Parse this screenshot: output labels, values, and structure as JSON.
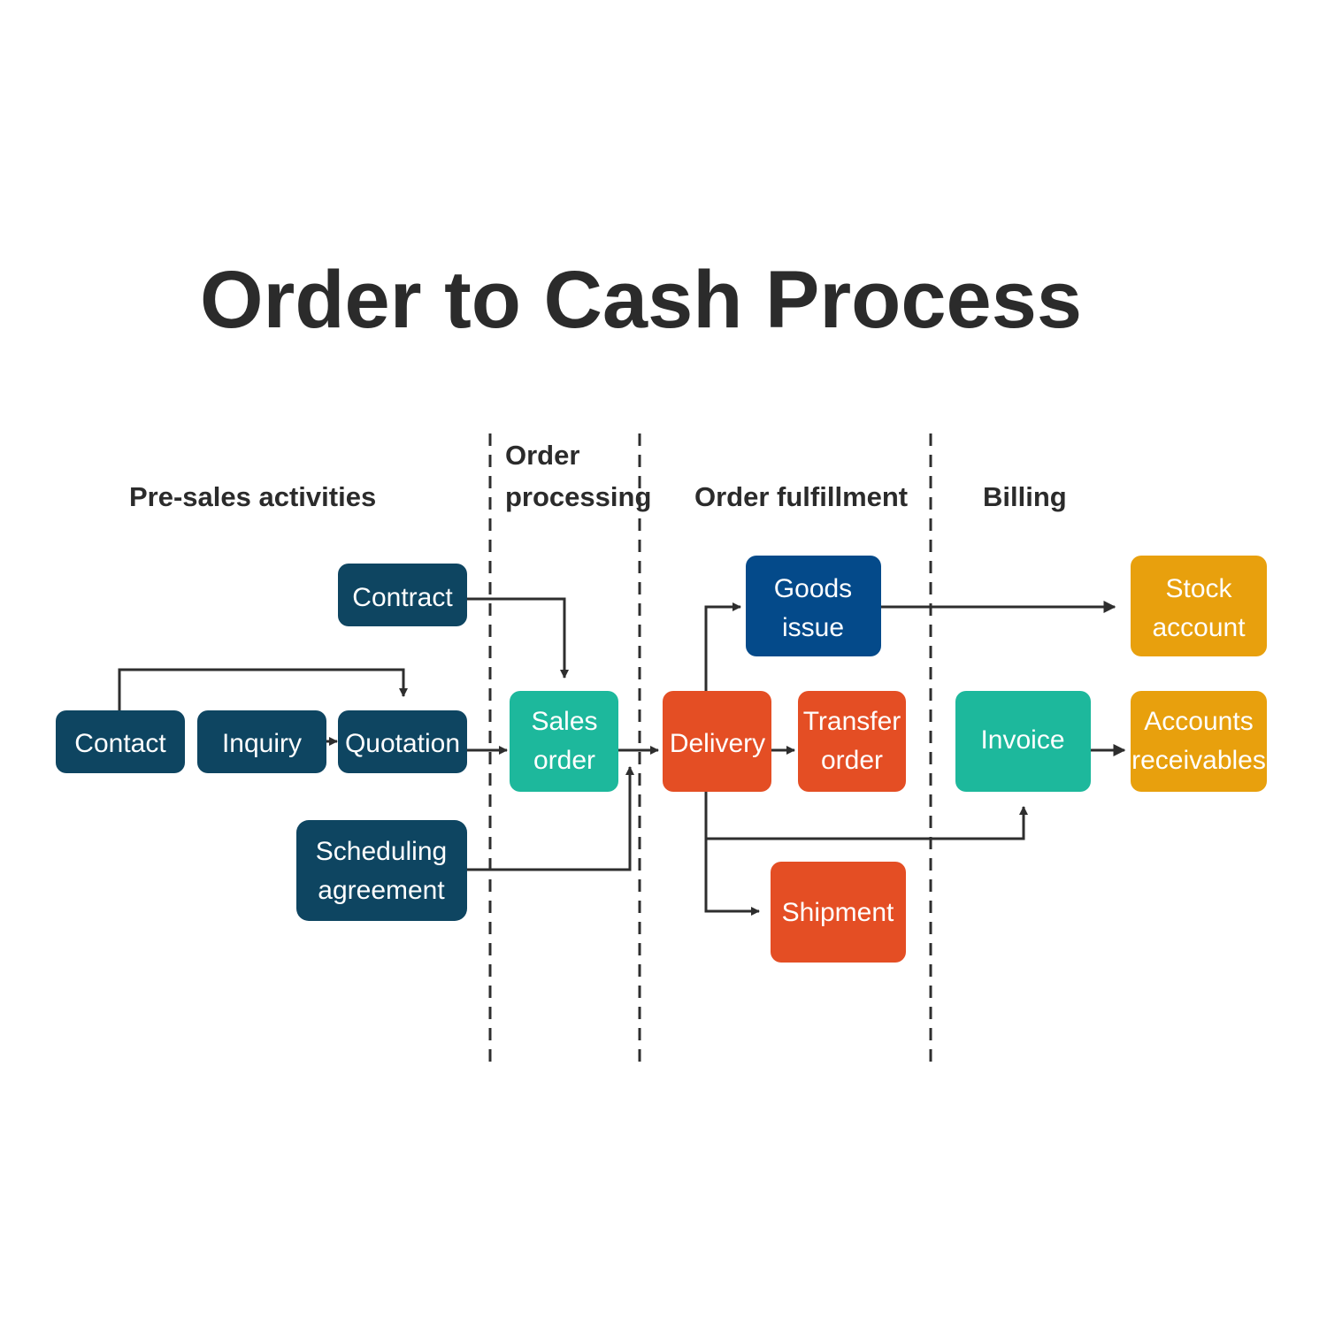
{
  "title": "Order to Cash Process",
  "sections": {
    "presales": "Pre-sales activities",
    "order_processing": [
      "Order",
      "processing"
    ],
    "fulfillment": "Order fulfillment",
    "billing": "Billing"
  },
  "colors": {
    "presales": "#0e4561",
    "order_processing": "#1db89c",
    "fulfillment": "#e44e24",
    "goods_issue": "#044a8a",
    "billing_invoice": "#1db89c",
    "billing_accounts": "#e8a00d",
    "connector": "#2e2e2e"
  },
  "nodes": {
    "contract": [
      "Contract"
    ],
    "contact": [
      "Contact"
    ],
    "inquiry": [
      "Inquiry"
    ],
    "quotation": [
      "Quotation"
    ],
    "scheduling": [
      "Scheduling",
      "agreement"
    ],
    "sales_order": [
      "Sales",
      "order"
    ],
    "delivery": [
      "Delivery"
    ],
    "goods_issue": [
      "Goods",
      "issue"
    ],
    "transfer_order": [
      "Transfer",
      "order"
    ],
    "shipment": [
      "Shipment"
    ],
    "invoice": [
      "Invoice"
    ],
    "stock_account": [
      "Stock",
      "account"
    ],
    "accounts_receivables": [
      "Accounts",
      "receivables"
    ]
  },
  "edges": [
    [
      "contact",
      "quotation"
    ],
    [
      "inquiry",
      "quotation"
    ],
    [
      "contract",
      "sales_order"
    ],
    [
      "quotation",
      "sales_order"
    ],
    [
      "scheduling",
      "sales_order"
    ],
    [
      "sales_order",
      "delivery"
    ],
    [
      "delivery",
      "goods_issue"
    ],
    [
      "delivery",
      "transfer_order"
    ],
    [
      "delivery",
      "invoice"
    ],
    [
      "delivery",
      "shipment"
    ],
    [
      "goods_issue",
      "stock_account"
    ],
    [
      "invoice",
      "accounts_receivables"
    ]
  ]
}
